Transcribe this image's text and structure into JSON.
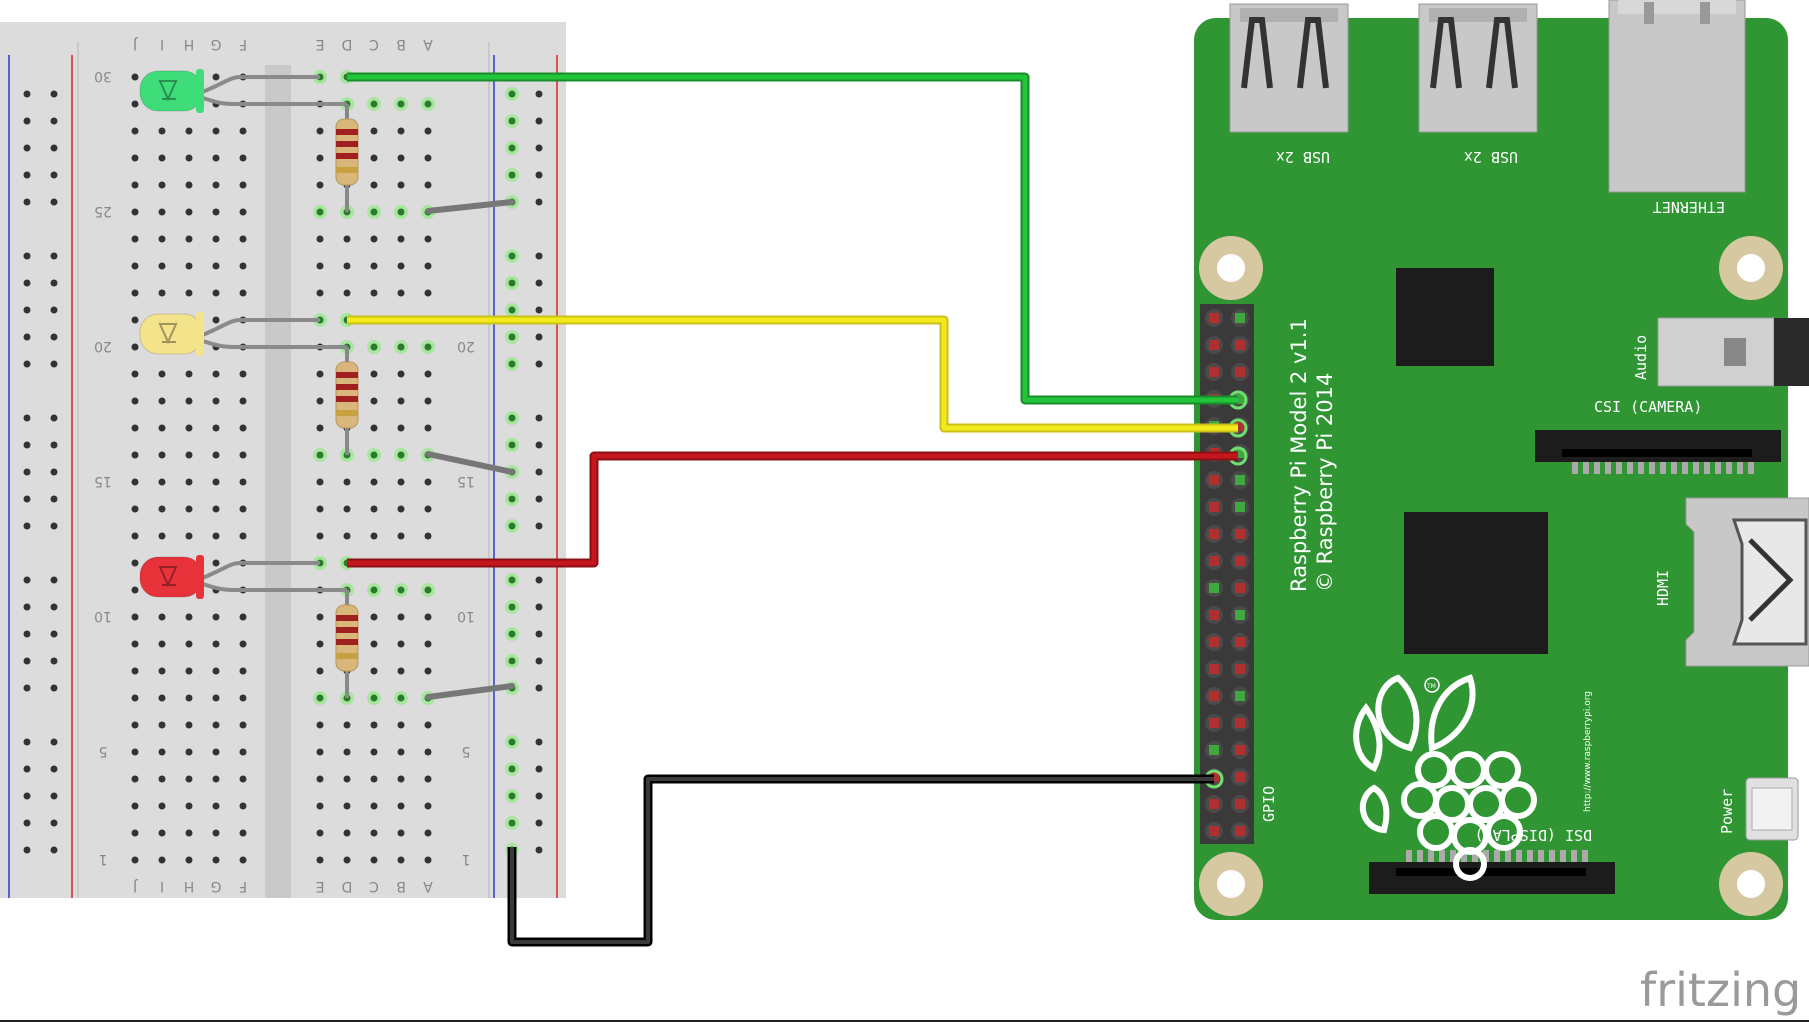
{
  "breadboard": {
    "columns_left": [
      "J",
      "I",
      "H",
      "G",
      "F"
    ],
    "columns_right": [
      "E",
      "D",
      "C",
      "B",
      "A"
    ],
    "row_numbers": [
      "1",
      "5",
      "10",
      "15",
      "20",
      "25",
      "30"
    ]
  },
  "pi": {
    "model": "Raspberry Pi Model 2 v1.1",
    "copyright": "© Raspberry Pi 2014",
    "usb1": "USB 2x",
    "usb2": "USB 2x",
    "ethernet": "ETHERNET",
    "audio": "Audio",
    "csi": "CSI (CAMERA)",
    "hdmi": "HDMI",
    "dsi": "DSI (DISPLAY)",
    "gpio": "GPIO",
    "power": "Power",
    "url": "http://www.raspberrypi.org",
    "tm": "TM"
  },
  "watermark": "fritzing",
  "colors": {
    "green_wire": "#22c43a",
    "yellow_wire": "#f2ea1c",
    "red_wire": "#c4161c",
    "black_wire": "#1a1a1a",
    "pcb": "#2f9633",
    "breadboard": "#dcdcdc"
  },
  "leds": [
    {
      "color": "green",
      "fill": "#3fdc7a",
      "row": "30"
    },
    {
      "color": "yellow",
      "fill": "#f3e38a",
      "row": "21"
    },
    {
      "color": "red",
      "fill": "#e8323a",
      "row": "12"
    }
  ]
}
